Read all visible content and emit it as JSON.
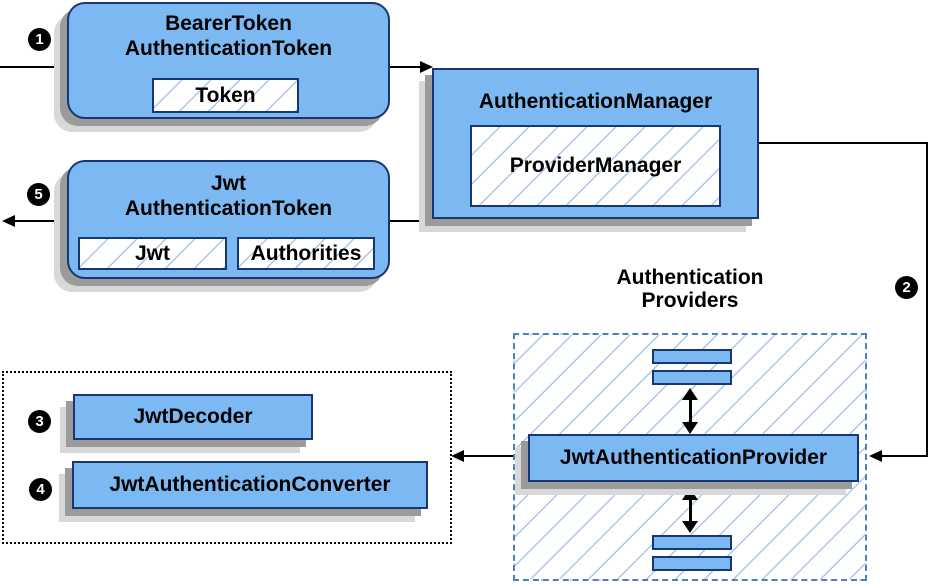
{
  "nodes": {
    "bearer": {
      "line1": "BearerToken",
      "line2": "AuthenticationToken",
      "slot": "Token"
    },
    "jwt": {
      "line1": "Jwt",
      "line2": "AuthenticationToken",
      "slot1": "Jwt",
      "slot2": "Authorities"
    },
    "manager": {
      "title": "AuthenticationManager",
      "inner": "ProviderManager"
    },
    "providers": {
      "title1": "Authentication",
      "title2": "Providers",
      "main": "JwtAuthenticationProvider"
    },
    "helpers": {
      "decoder": "JwtDecoder",
      "converter": "JwtAuthenticationConverter"
    }
  },
  "badges": {
    "step1": "1",
    "step2": "2",
    "step3": "3",
    "step4": "4",
    "step5": "5"
  },
  "colors": {
    "node_fill": "#7CB9F2",
    "node_border": "#17376E",
    "hatch_line": "#A6C8EE",
    "providers_dashed_border": "#4A7FC0",
    "dotted_border": "#000000",
    "shadow_dark": "#9B9B9B",
    "shadow_light": "#D8D8D8",
    "connector": "#000000",
    "badge_bg": "#000000",
    "badge_text": "#FFFFFF"
  }
}
